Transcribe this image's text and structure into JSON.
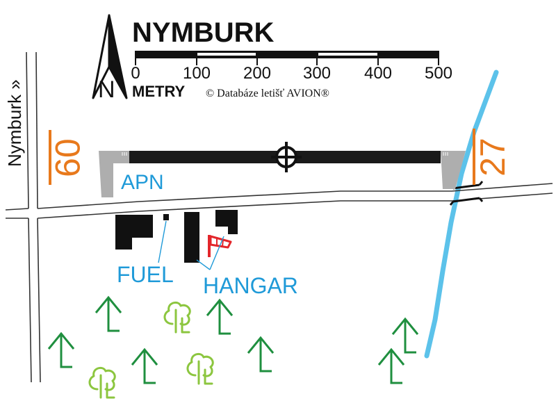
{
  "title": "NYMBURK",
  "north_label": "N",
  "scale": {
    "unit_label": "METRY",
    "ticks": [
      "0",
      "100",
      "200",
      "300",
      "400",
      "500"
    ]
  },
  "copyright": "© Databáze letišť AVION®",
  "road_label": "Nymburk »",
  "runway": {
    "west_designator": "09",
    "east_designator": "27"
  },
  "labels": {
    "apron": "APN",
    "fuel": "FUEL",
    "hangar": "HANGAR"
  },
  "colors": {
    "runway": "#1a1a1a",
    "apron": "#aeaeae",
    "designator": "#e8791c",
    "label": "#1f9ad8",
    "river": "#5cc2ea",
    "conifer": "#1f8f3f",
    "deciduous": "#8cc63f",
    "windsock": "#e3262b"
  }
}
